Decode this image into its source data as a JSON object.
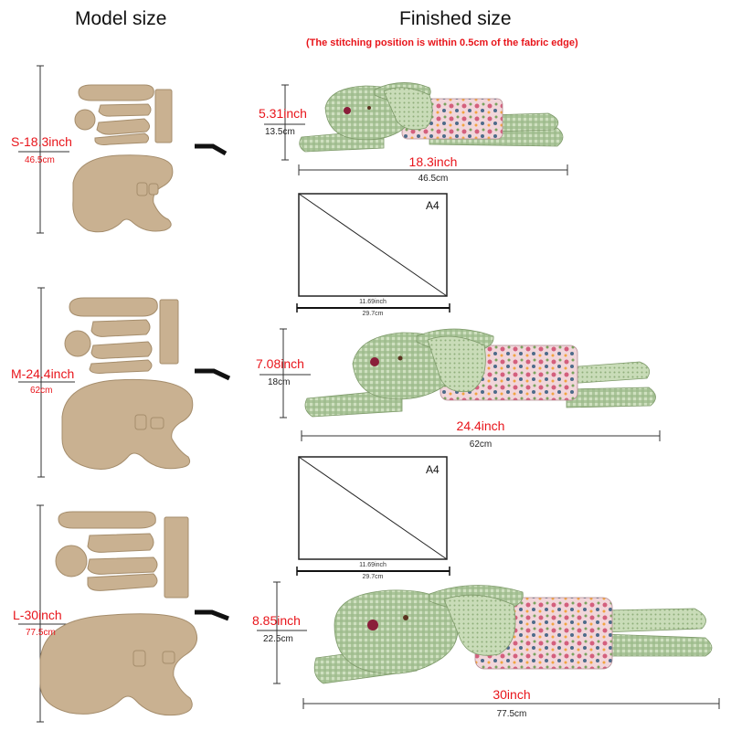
{
  "header": {
    "model_size": "Model size",
    "finished_size": "Finished size",
    "stitch_note": "(The stitching position is within 0.5cm of the fabric edge)"
  },
  "sizes": [
    {
      "model_label": "S-18.3inch",
      "model_cm": "46.5cm",
      "height_in": "5.31inch",
      "height_cm": "13.5cm",
      "length_in": "18.3inch",
      "length_cm": "46.5cm"
    },
    {
      "model_label": "M-24.4inch",
      "model_cm": "62cm",
      "height_in": "7.08inch",
      "height_cm": "18cm",
      "length_in": "24.4inch",
      "length_cm": "62cm"
    },
    {
      "model_label": "L-30inch",
      "model_cm": "77.5cm",
      "height_in": "8.85inch",
      "height_cm": "22.5cm",
      "length_in": "30inch",
      "length_cm": "77.5cm"
    }
  ],
  "a4": [
    {
      "label": "A4",
      "width_in": "11.69inch",
      "width_cm": "29.7cm"
    },
    {
      "label": "A4",
      "width_in": "11.69inch",
      "width_cm": "29.7cm"
    }
  ],
  "colors": {
    "accent": "#e8151b",
    "template_fill": "#c9b191",
    "template_stroke": "#a58d6c",
    "fabric_green": "#9cb98a",
    "fabric_pink": "#e9b6bf"
  }
}
